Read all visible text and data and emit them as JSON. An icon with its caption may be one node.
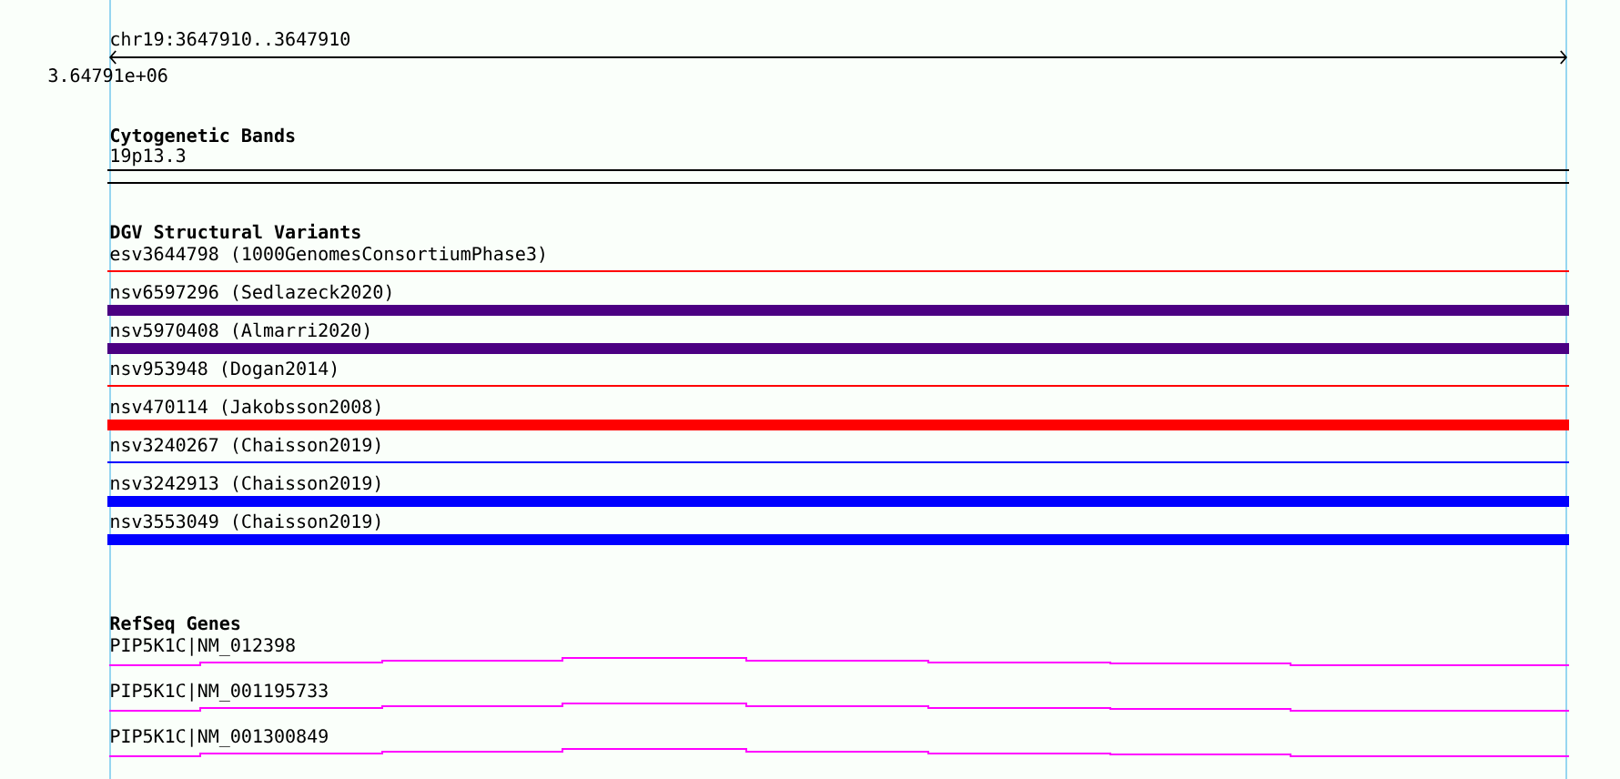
{
  "diagram": {
    "labels": [
      "chr19:3647910..3647910",
      "3.64791e+06",
      "Cytogenetic Bands",
      "19p13.3",
      "DGV Structural Variants",
      "esv3644798 (1000GenomesConsortiumPhase3)",
      "nsv6597296 (Sedlazeck2020)",
      "nsv5970408 (Almarri2020)",
      "nsv953948 (Dogan2014)",
      "nsv470114 (Jakobsson2008)",
      "nsv3240267 (Chaisson2019)",
      "nsv3242913 (Chaisson2019)",
      "nsv3553049 (Chaisson2019)",
      "RefSeq Genes",
      "PIP5K1C|NM_012398",
      "PIP5K1C|NM_001195733",
      "PIP5K1C|NM_001300849"
    ]
  }
}
